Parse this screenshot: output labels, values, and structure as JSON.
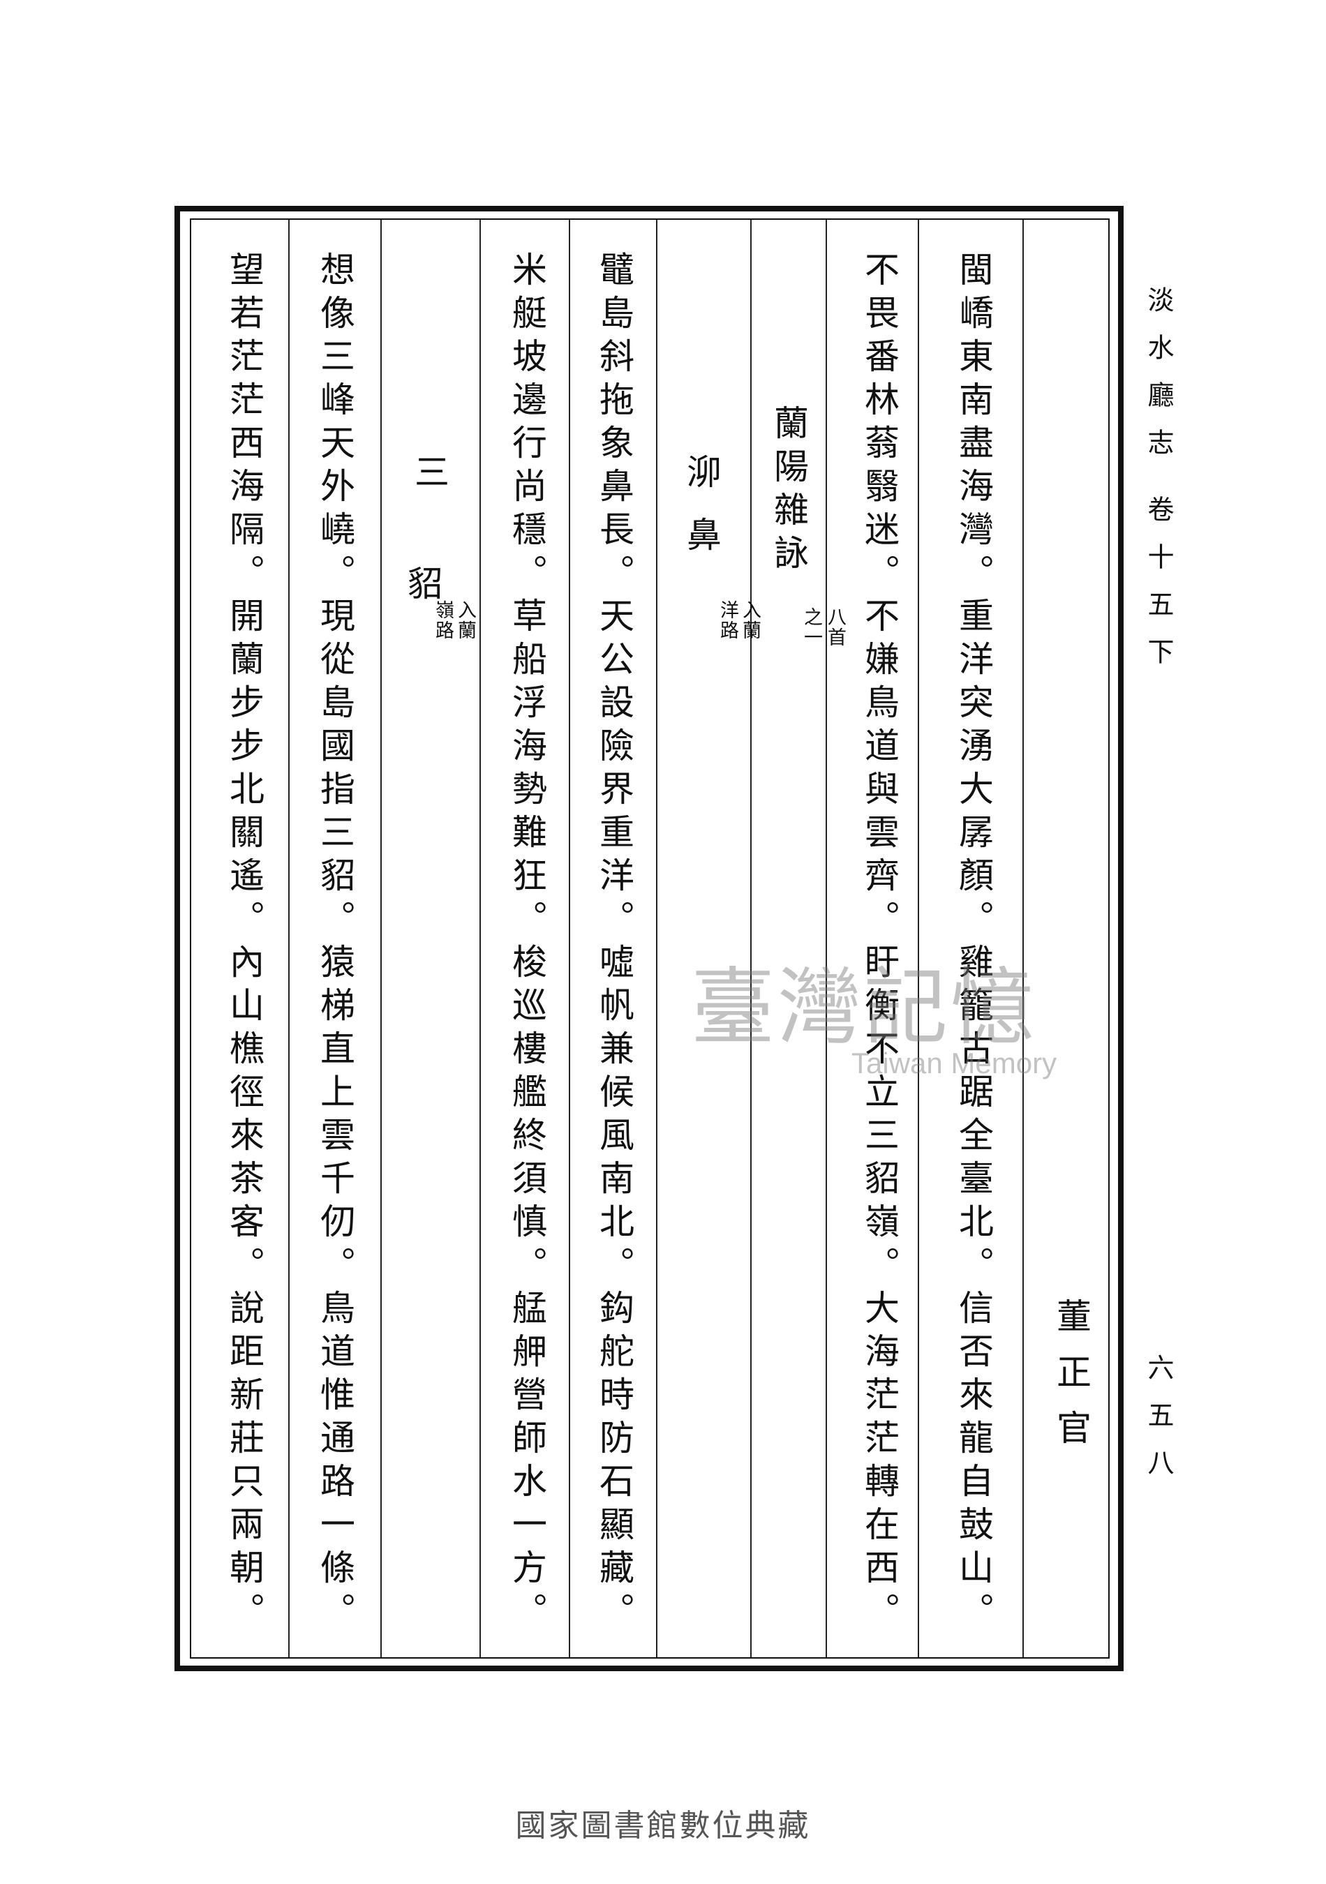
{
  "side": {
    "book_title": "淡水廳志",
    "volume": "卷十五下",
    "page_number": "六五八"
  },
  "columns": {
    "author": "董正官",
    "poem1": "閩嶠東南盡海灣。重洋突湧大孱顏。雞籠古踞全臺北。信否來龍自鼓山。",
    "poem2": "不畏番林蓊翳迷。不嫌鳥道與雲齊。盱衡不立三貂嶺。大海茫茫轉在西。",
    "series_title": "蘭陽雜詠",
    "series_note_a": "八首",
    "series_note_b": "之一",
    "title2": "泖鼻",
    "title2_note_a": "入蘭",
    "title2_note_b": "洋路",
    "poem3": "鼊島斜拖象鼻長。天公設險界重洋。噓帆兼候風南北。鈎舵時防石顯藏。",
    "poem4": "米艇坡邊行尚穩。草船浮海勢難狂。梭巡樓艦終須慎。艋舺營師水一方。",
    "title3_a": "三",
    "title3_b": "貂",
    "title3_note_a": "入蘭",
    "title3_note_b": "嶺路",
    "poem5": "想像三峰天外嶢。現從島國指三貂。猿梯直上雲千仞。鳥道惟通路一條。",
    "poem6": "望若茫茫西海隔。開蘭步步北關遙。內山樵徑來茶客。說距新莊只兩朝。"
  },
  "watermark": {
    "cjk": "臺灣記憶",
    "en": "Taiwan Memory"
  },
  "footer": "國家圖書館數位典藏"
}
